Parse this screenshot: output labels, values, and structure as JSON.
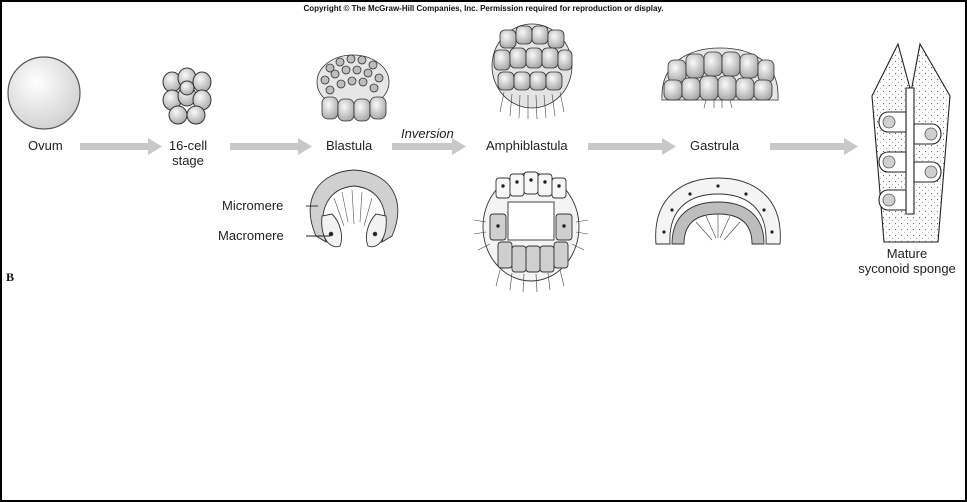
{
  "header": {
    "copyright": "Copyright © The McGraw-Hill Companies, Inc. Permission required for reproduction or display."
  },
  "panel_label": "B",
  "stages": {
    "ovum": "Ovum",
    "cell16_line1": "16-cell",
    "cell16_line2": "stage",
    "blastula": "Blastula",
    "inversion": "Inversion",
    "amphiblastula": "Amphiblastula",
    "gastrula": "Gastrula",
    "mature_line1": "Mature",
    "mature_line2": "syconoid sponge"
  },
  "callouts": {
    "micromere": "Micromere",
    "macromere": "Macromere"
  }
}
